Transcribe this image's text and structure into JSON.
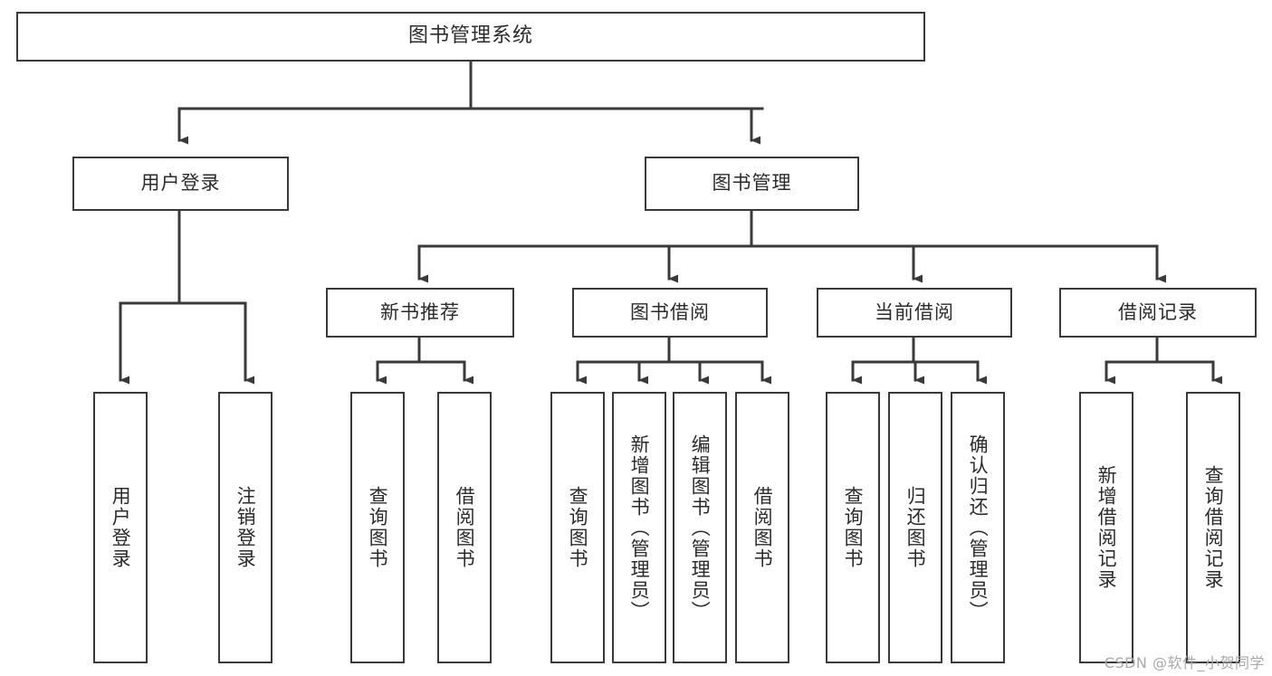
{
  "diagram": {
    "title": "图书管理系统",
    "type": "tree-hierarchy-function-structure",
    "watermark": "CSDN @软件_小贺同学",
    "colors": {
      "box_border": "#3a3a3a",
      "box_fill": "#ffffff",
      "connector": "#3a3a3a",
      "text": "#2b2b2b",
      "watermark": "#a9a9a9",
      "background": "#ffffff"
    },
    "root": {
      "label": "图书管理系统"
    },
    "level2": [
      {
        "id": "user-login",
        "label": "用户登录"
      },
      {
        "id": "book-management",
        "label": "图书管理"
      }
    ],
    "level3": [
      {
        "id": "new-book-recommend",
        "label": "新书推荐",
        "parent": "book-management"
      },
      {
        "id": "book-borrow",
        "label": "图书借阅",
        "parent": "book-management"
      },
      {
        "id": "current-borrow",
        "label": "当前借阅",
        "parent": "book-management"
      },
      {
        "id": "borrow-record",
        "label": "借阅记录",
        "parent": "book-management"
      }
    ],
    "leaves": {
      "user-login": [
        {
          "id": "leaf-user-login",
          "label": "用户登录"
        },
        {
          "id": "leaf-user-logout",
          "label": "注销登录"
        }
      ],
      "new-book-recommend": [
        {
          "id": "leaf-query-book-1",
          "label": "查询图书"
        },
        {
          "id": "leaf-borrow-book-1",
          "label": "借阅图书"
        }
      ],
      "book-borrow": [
        {
          "id": "leaf-query-book-2",
          "label": "查询图书"
        },
        {
          "id": "leaf-add-book",
          "label": "新增图书（管理员）"
        },
        {
          "id": "leaf-edit-book",
          "label": "编辑图书（管理员）"
        },
        {
          "id": "leaf-borrow-book-2",
          "label": "借阅图书"
        }
      ],
      "current-borrow": [
        {
          "id": "leaf-query-book-3",
          "label": "查询图书"
        },
        {
          "id": "leaf-return-book",
          "label": "归还图书"
        },
        {
          "id": "leaf-confirm-return",
          "label": "确认归还（管理员）"
        }
      ],
      "borrow-record": [
        {
          "id": "leaf-add-record",
          "label": "新增借阅记录"
        },
        {
          "id": "leaf-query-record",
          "label": "查询借阅记录"
        }
      ]
    }
  }
}
